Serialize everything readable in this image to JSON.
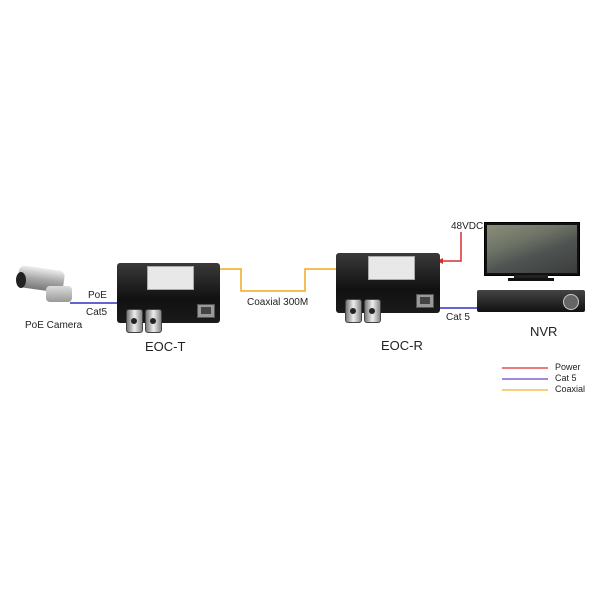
{
  "labels": {
    "camera": "PoE Camera",
    "poe": "PoE",
    "cat5_left": "Cat5",
    "eoc_t": "EOC-T",
    "coaxial": "Coaxial 300M",
    "eoc_r": "EOC-R",
    "power": "48VDC",
    "cat5_right": "Cat 5",
    "nvr": "NVR"
  },
  "legend": [
    {
      "label": "Power",
      "color": "#e05050"
    },
    {
      "label": "Cat 5",
      "color": "#7050d0"
    },
    {
      "label": "Coaxial",
      "color": "#f0b030"
    }
  ],
  "colors": {
    "power": "#d03030",
    "cat5": "#3030c0",
    "coaxial": "#f0a820"
  }
}
